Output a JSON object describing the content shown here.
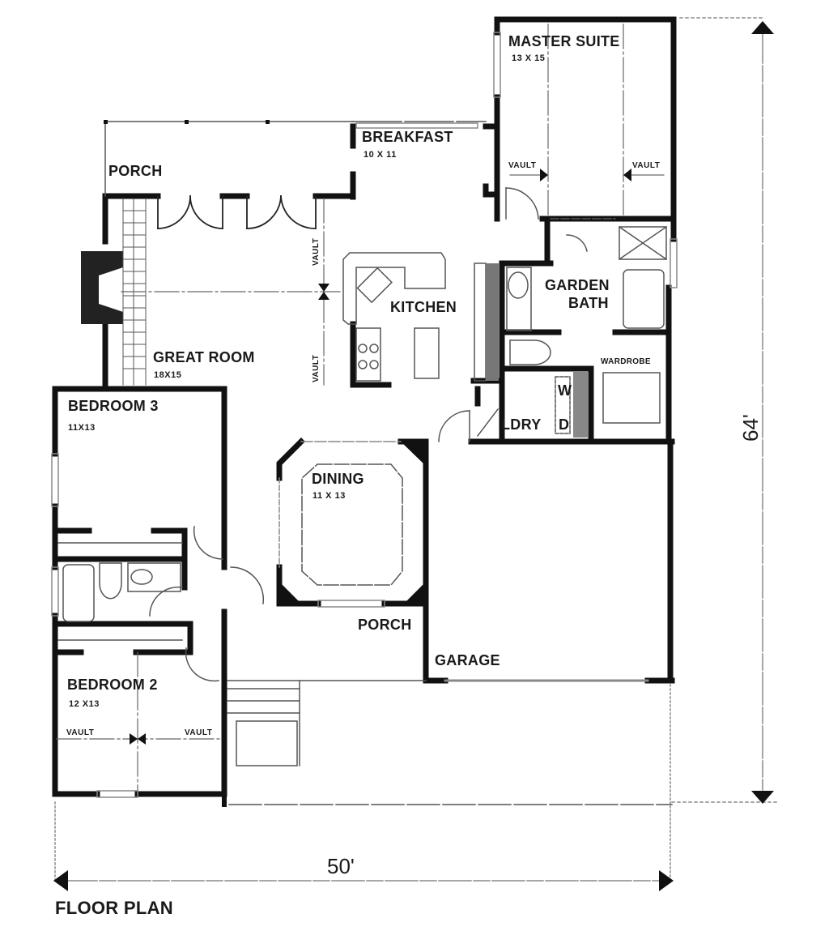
{
  "plan": {
    "title": "FLOOR PLAN",
    "overall_width": "50'",
    "overall_depth": "64'",
    "rooms": {
      "master_suite": {
        "name": "MASTER SUITE",
        "size": "13 X 15",
        "vault_left": "VAULT",
        "vault_right": "VAULT"
      },
      "breakfast": {
        "name": "BREAKFAST",
        "size": "10 X 11"
      },
      "rear_porch": {
        "name": "PORCH"
      },
      "great_room": {
        "name": "GREAT ROOM",
        "size": "18X15",
        "vault_top": "VAULT",
        "vault_bottom": "VAULT"
      },
      "kitchen": {
        "name": "KITCHEN"
      },
      "garden_bath": {
        "name_line1": "GARDEN",
        "name_line2": "BATH"
      },
      "wardrobe": {
        "name": "WARDROBE"
      },
      "laundry": {
        "name": "LDRY",
        "washer": "W",
        "dryer": "D"
      },
      "bedroom3": {
        "name": "BEDROOM 3",
        "size": "11X13"
      },
      "dining": {
        "name": "DINING",
        "size": "11 X 13"
      },
      "front_porch": {
        "name": "PORCH"
      },
      "garage": {
        "name": "GARAGE"
      },
      "bedroom2": {
        "name": "BEDROOM 2",
        "size": "12 X13",
        "vault_left": "VAULT",
        "vault_right": "VAULT"
      }
    },
    "colors": {
      "wall": "#111111",
      "fixture": "#555555",
      "background": "#ffffff"
    }
  }
}
